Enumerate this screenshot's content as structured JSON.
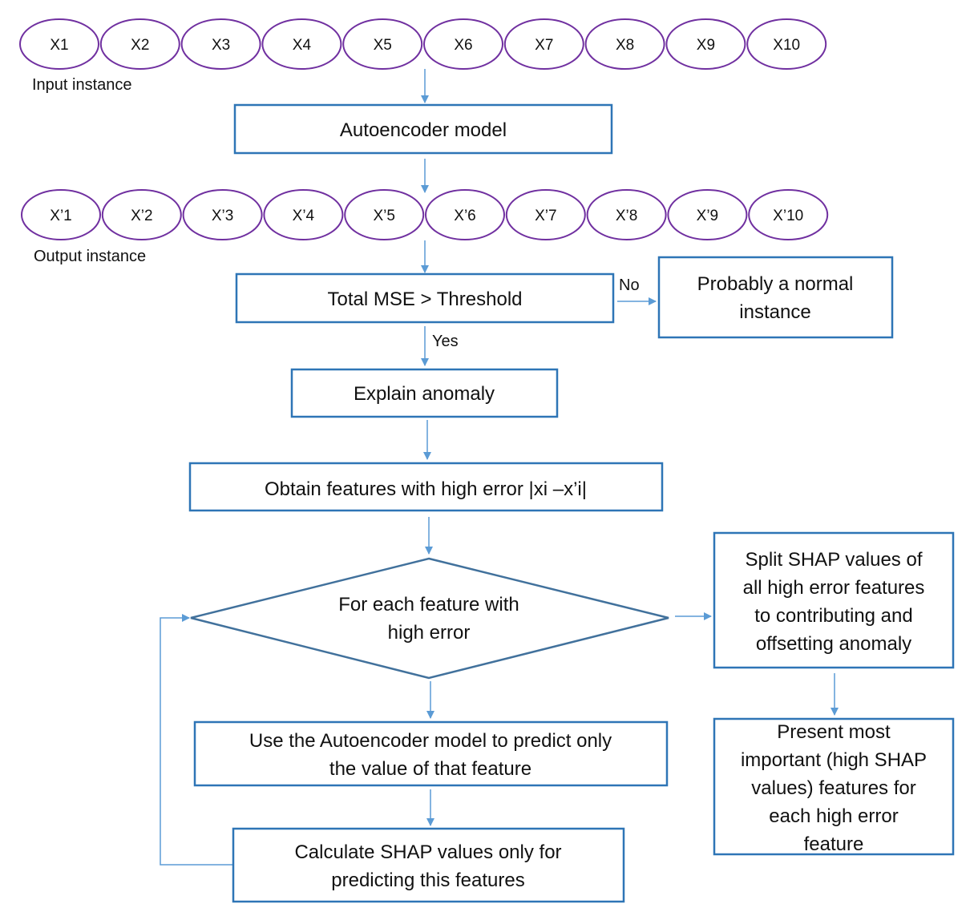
{
  "input_instance": {
    "caption": "Input instance",
    "features": [
      "X1",
      "X2",
      "X3",
      "X4",
      "X5",
      "X6",
      "X7",
      "X8",
      "X9",
      "X10"
    ]
  },
  "output_instance": {
    "caption": "Output instance",
    "features": [
      "X’1",
      "X’2",
      "X’3",
      "X’4",
      "X’5",
      "X’6",
      "X’7",
      "X’8",
      "X’9",
      "X’10"
    ]
  },
  "steps": {
    "autoencoder": "Autoencoder model",
    "threshold": "Total MSE > Threshold",
    "normal": [
      "Probably a normal",
      "instance"
    ],
    "explain": "Explain anomaly",
    "obtain": "Obtain features with high error |xi –x’i|",
    "loop": [
      "For each feature with",
      "high error"
    ],
    "predict": [
      "Use the Autoencoder model to predict only",
      "the value of that feature"
    ],
    "calculate": [
      "Calculate SHAP values only for",
      "predicting this features"
    ],
    "split": [
      "Split SHAP values of",
      "all high error features",
      "to contributing and",
      "offsetting anomaly"
    ],
    "present": [
      "Present most",
      "important (high SHAP",
      "values) features for",
      "each high error",
      "feature"
    ]
  },
  "edge_labels": {
    "no": "No",
    "yes": "Yes"
  },
  "colors": {
    "oval_stroke": "#7030a0",
    "box_stroke": "#2e75b6",
    "diamond_stroke": "#41719c",
    "arrow": "#5b9bd5"
  }
}
